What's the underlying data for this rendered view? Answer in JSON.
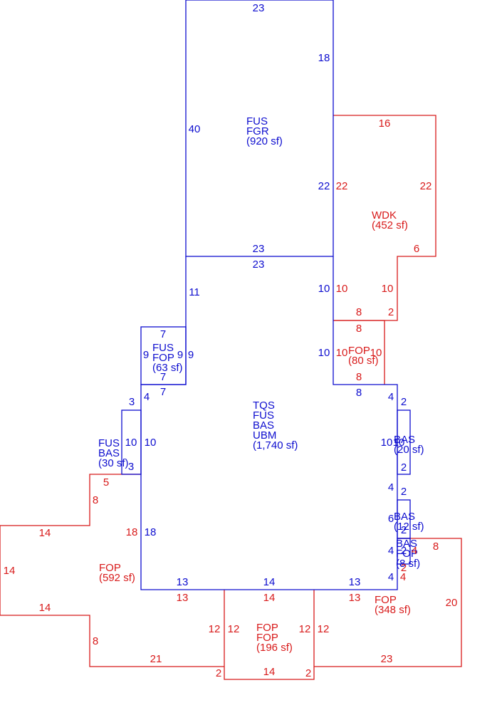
{
  "colors": {
    "main": "#0d0dcf",
    "addition": "#d81a1a",
    "background": "#ffffff"
  },
  "areas": [
    {
      "id": "garage",
      "codes": [
        "FUS",
        "FGR"
      ],
      "area": "(920 sf)",
      "color": "main"
    },
    {
      "id": "main",
      "codes": [
        "TQS",
        "FUS",
        "BAS",
        "UBM"
      ],
      "area": "(1,740 sf)",
      "color": "main"
    },
    {
      "id": "deck",
      "codes": [
        "WDK"
      ],
      "area": "(452 sf)",
      "color": "addition"
    },
    {
      "id": "porch-80",
      "codes": [
        "FOP"
      ],
      "area": "(80 sf)",
      "color": "addition"
    },
    {
      "id": "bump-63",
      "codes": [
        "FUS",
        "FOP"
      ],
      "area": "(63 sf)",
      "color": "main"
    },
    {
      "id": "bay-30",
      "codes": [
        "FUS",
        "BAS"
      ],
      "area": "(30 sf)",
      "color": "main"
    },
    {
      "id": "bay-20",
      "codes": [
        "BAS"
      ],
      "area": "(20 sf)",
      "color": "main"
    },
    {
      "id": "bay-12",
      "codes": [
        "BAS"
      ],
      "area": "(12 sf)",
      "color": "main"
    },
    {
      "id": "bay-8",
      "codes": [
        "BAS",
        "FOP"
      ],
      "area": "(8 sf)",
      "color": "main"
    },
    {
      "id": "porch-592",
      "codes": [
        "FOP"
      ],
      "area": "(592 sf)",
      "color": "addition"
    },
    {
      "id": "porch-348",
      "codes": [
        "FOP"
      ],
      "area": "(348 sf)",
      "color": "addition"
    },
    {
      "id": "porch-196",
      "codes": [
        "FOP",
        "FOP"
      ],
      "area": "(196 sf)",
      "color": "addition"
    }
  ],
  "dimensions": [
    {
      "v": "23",
      "c": "main"
    },
    {
      "v": "18",
      "c": "main"
    },
    {
      "v": "40",
      "c": "main"
    },
    {
      "v": "22",
      "c": "main"
    },
    {
      "v": "23",
      "c": "main"
    },
    {
      "v": "23",
      "c": "main"
    },
    {
      "v": "11",
      "c": "main"
    },
    {
      "v": "10",
      "c": "main"
    },
    {
      "v": "10",
      "c": "main"
    },
    {
      "v": "8",
      "c": "main"
    },
    {
      "v": "4",
      "c": "main"
    },
    {
      "v": "2",
      "c": "main"
    },
    {
      "v": "7",
      "c": "main"
    },
    {
      "v": "9",
      "c": "main"
    },
    {
      "v": "9",
      "c": "main"
    },
    {
      "v": "9",
      "c": "main"
    },
    {
      "v": "7",
      "c": "main"
    },
    {
      "v": "7",
      "c": "main"
    },
    {
      "v": "3",
      "c": "main"
    },
    {
      "v": "4",
      "c": "main"
    },
    {
      "v": "10",
      "c": "main"
    },
    {
      "v": "10",
      "c": "main"
    },
    {
      "v": "3",
      "c": "main"
    },
    {
      "v": "10",
      "c": "main"
    },
    {
      "v": "10",
      "c": "main"
    },
    {
      "v": "2",
      "c": "main"
    },
    {
      "v": "4",
      "c": "main"
    },
    {
      "v": "2",
      "c": "main"
    },
    {
      "v": "6",
      "c": "main"
    },
    {
      "v": "2",
      "c": "main"
    },
    {
      "v": "4",
      "c": "main"
    },
    {
      "v": "2",
      "c": "main"
    },
    {
      "v": "4",
      "c": "main"
    },
    {
      "v": "18",
      "c": "main"
    },
    {
      "v": "13",
      "c": "main"
    },
    {
      "v": "14",
      "c": "main"
    },
    {
      "v": "13",
      "c": "main"
    },
    {
      "v": "16",
      "c": "addition"
    },
    {
      "v": "22",
      "c": "addition"
    },
    {
      "v": "22",
      "c": "addition"
    },
    {
      "v": "6",
      "c": "addition"
    },
    {
      "v": "10",
      "c": "addition"
    },
    {
      "v": "10",
      "c": "addition"
    },
    {
      "v": "8",
      "c": "addition"
    },
    {
      "v": "2",
      "c": "addition"
    },
    {
      "v": "8",
      "c": "addition"
    },
    {
      "v": "10",
      "c": "addition"
    },
    {
      "v": "10",
      "c": "addition"
    },
    {
      "v": "8",
      "c": "addition"
    },
    {
      "v": "5",
      "c": "addition"
    },
    {
      "v": "8",
      "c": "addition"
    },
    {
      "v": "14",
      "c": "addition"
    },
    {
      "v": "18",
      "c": "addition"
    },
    {
      "v": "14",
      "c": "addition"
    },
    {
      "v": "14",
      "c": "addition"
    },
    {
      "v": "8",
      "c": "addition"
    },
    {
      "v": "21",
      "c": "addition"
    },
    {
      "v": "2",
      "c": "addition"
    },
    {
      "v": "13",
      "c": "addition"
    },
    {
      "v": "14",
      "c": "addition"
    },
    {
      "v": "13",
      "c": "addition"
    },
    {
      "v": "12",
      "c": "addition"
    },
    {
      "v": "12",
      "c": "addition"
    },
    {
      "v": "12",
      "c": "addition"
    },
    {
      "v": "12",
      "c": "addition"
    },
    {
      "v": "14",
      "c": "addition"
    },
    {
      "v": "2",
      "c": "addition"
    },
    {
      "v": "23",
      "c": "addition"
    },
    {
      "v": "20",
      "c": "addition"
    },
    {
      "v": "8",
      "c": "addition"
    },
    {
      "v": "4",
      "c": "addition"
    },
    {
      "v": "2",
      "c": "addition"
    },
    {
      "v": "4",
      "c": "addition"
    }
  ]
}
